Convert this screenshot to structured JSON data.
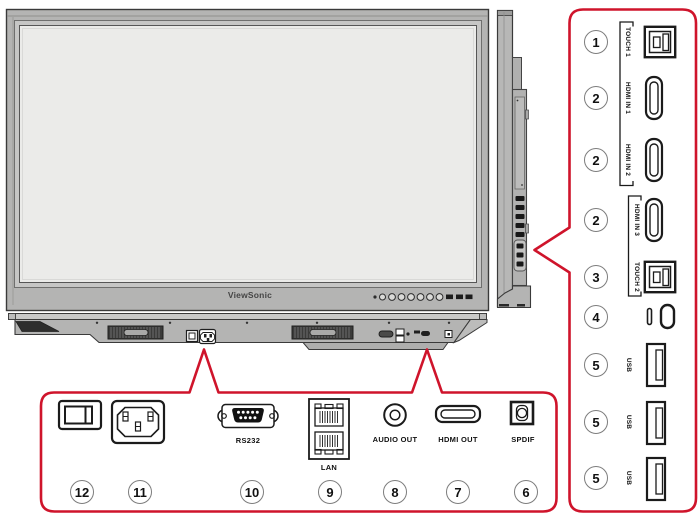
{
  "palette": {
    "accent_red": "#cf142b",
    "bezel_gray": "#b4b4b3",
    "screen_gray": "#ebebe9",
    "line_dark": "#3a3a3a"
  },
  "display": {
    "brand": "ViewSonic"
  },
  "right_panel": {
    "ports": [
      {
        "number": "1",
        "label": "TOUCH 1",
        "icon": "usb-b-port-icon"
      },
      {
        "number": "2",
        "label": "HDMI IN 1",
        "icon": "hdmi-port-icon"
      },
      {
        "number": "2",
        "label": "HDMI IN 2",
        "icon": "hdmi-port-icon"
      },
      {
        "number": "2",
        "label": "HDMI IN 3",
        "icon": "hdmi-port-icon"
      },
      {
        "number": "3",
        "label": "TOUCH 2",
        "icon": "usb-b-port-icon"
      },
      {
        "number": "4",
        "label": "",
        "icon": "usb-c-port-icon"
      },
      {
        "number": "5",
        "label": "USB",
        "icon": "usb-a-port-icon"
      },
      {
        "number": "5",
        "label": "USB",
        "icon": "usb-a-port-icon"
      },
      {
        "number": "5",
        "label": "USB",
        "icon": "usb-a-port-icon"
      }
    ]
  },
  "bottom_panel": {
    "ports": [
      {
        "number": "12",
        "label": "",
        "icon": "power-switch-icon"
      },
      {
        "number": "11",
        "label": "",
        "icon": "ac-inlet-icon"
      },
      {
        "number": "10",
        "label": "RS232",
        "icon": "rs232-port-icon"
      },
      {
        "number": "9",
        "label": "LAN",
        "icon": "lan-port-icon"
      },
      {
        "number": "8",
        "label": "AUDIO OUT",
        "icon": "audio-jack-icon"
      },
      {
        "number": "7",
        "label": "HDMI OUT",
        "icon": "hdmi-out-port-icon"
      },
      {
        "number": "6",
        "label": "SPDIF",
        "icon": "spdif-port-icon"
      }
    ]
  }
}
